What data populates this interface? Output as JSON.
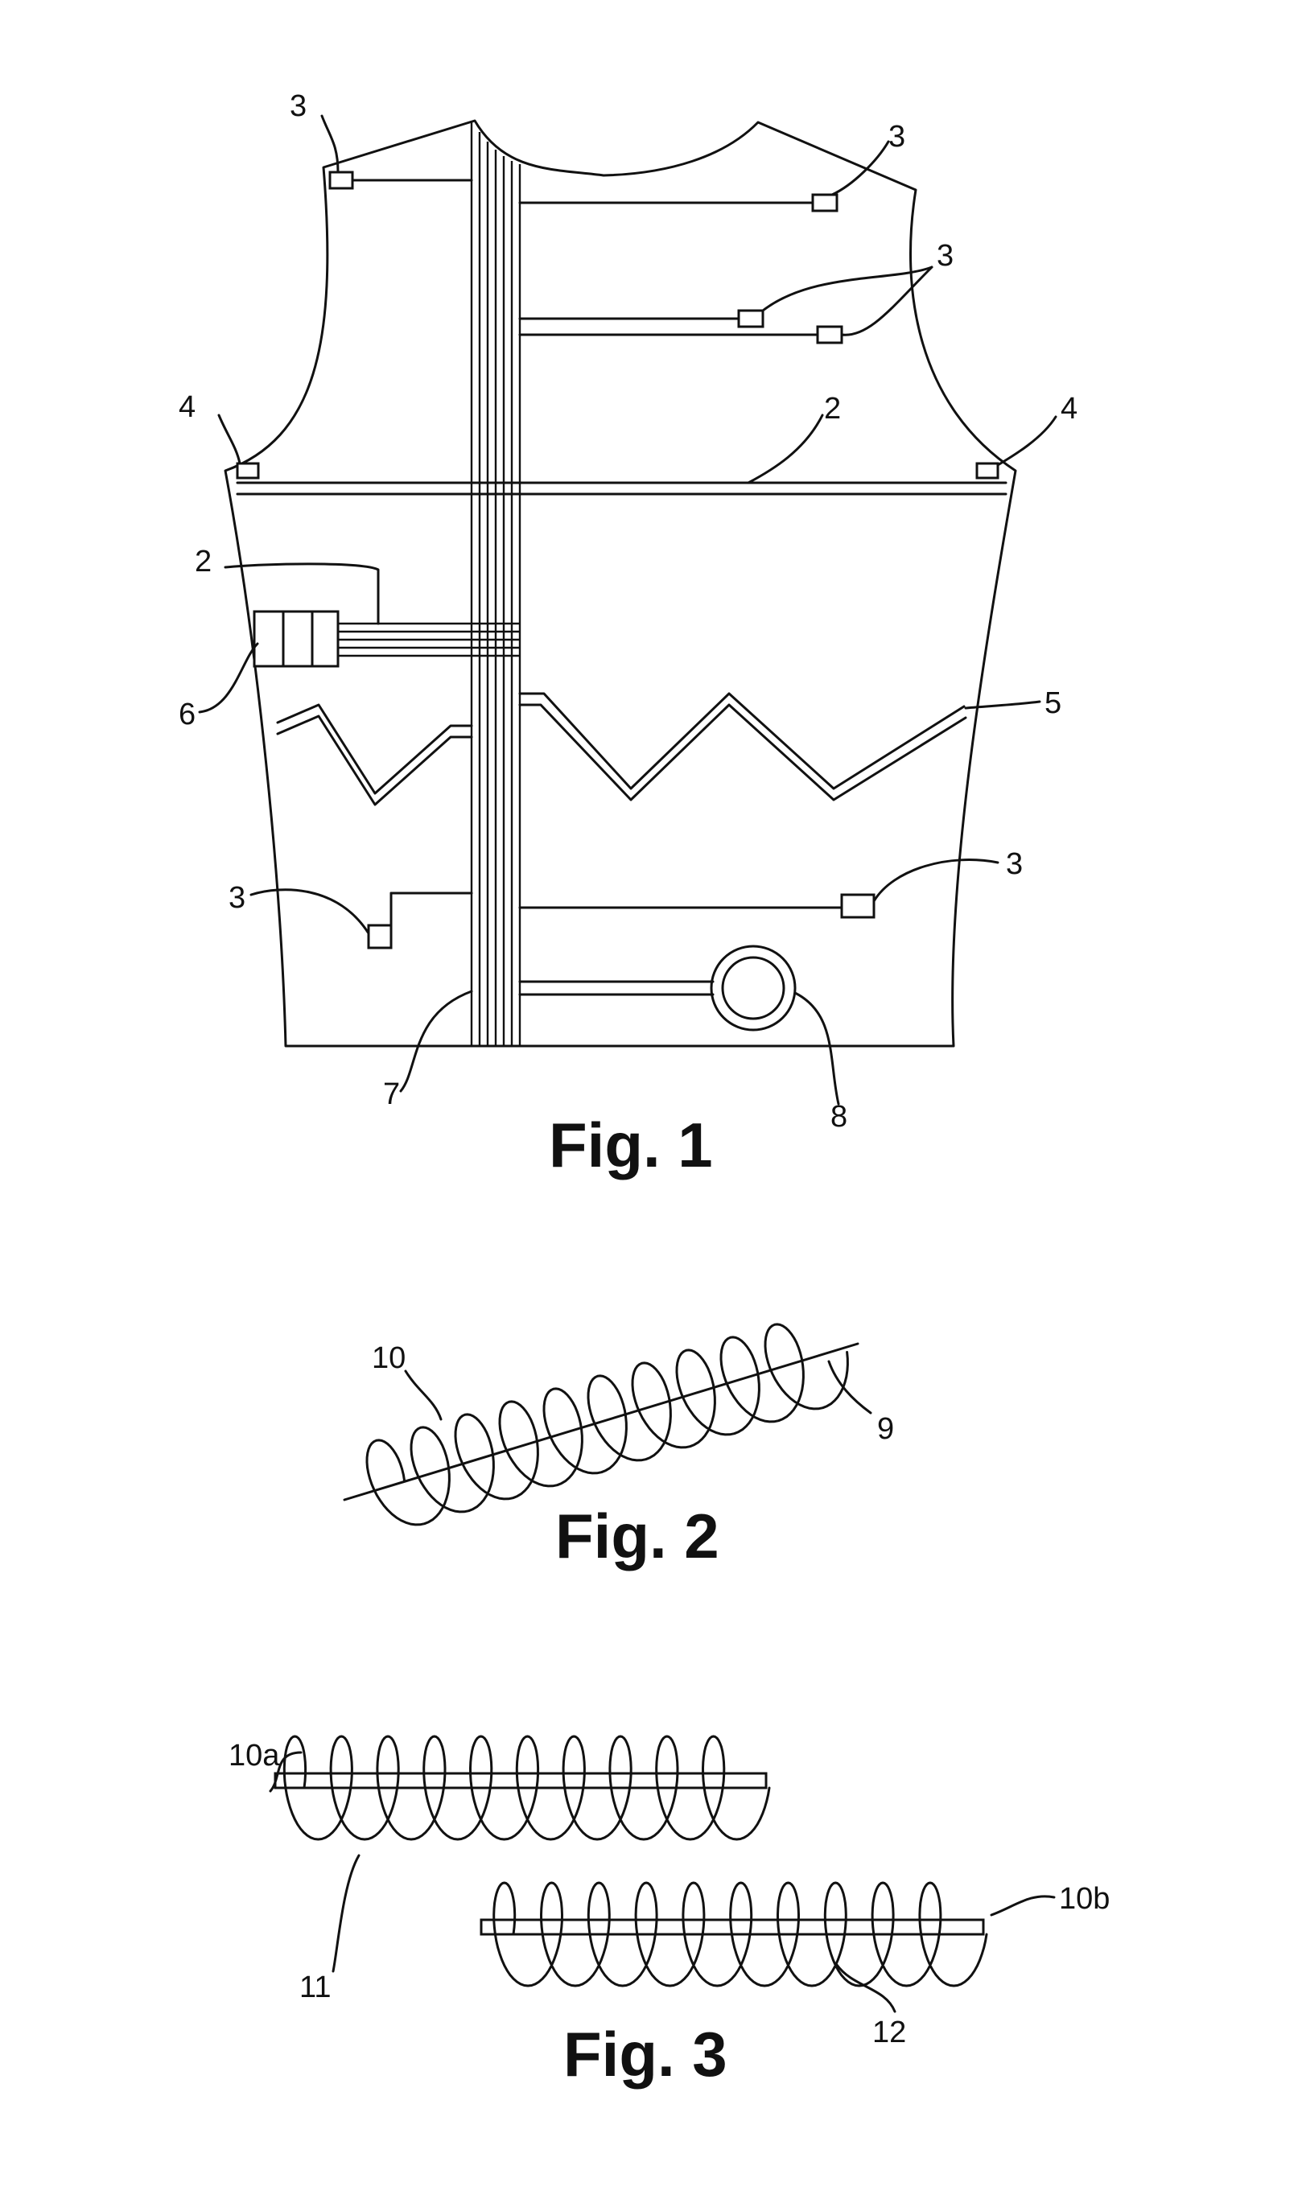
{
  "figure1": {
    "caption": "Fig. 1",
    "labels": {
      "sensor_tl": "3",
      "sensor_tr": "3",
      "sensor_mid": "3",
      "sensor_bl": "3",
      "sensor_br": "3",
      "connector_l": "4",
      "connector_r": "4",
      "band_top": "2",
      "band_left": "2",
      "unit": "6",
      "zigzag": "5",
      "bundle": "7",
      "circle": "8"
    }
  },
  "figure2": {
    "caption": "Fig. 2",
    "labels": {
      "coil": "10",
      "core": "9"
    }
  },
  "figure3": {
    "caption": "Fig. 3",
    "labels": {
      "coil_a": "10a",
      "coil_b": "10b",
      "loop_a": "11",
      "loop_b": "12"
    }
  }
}
